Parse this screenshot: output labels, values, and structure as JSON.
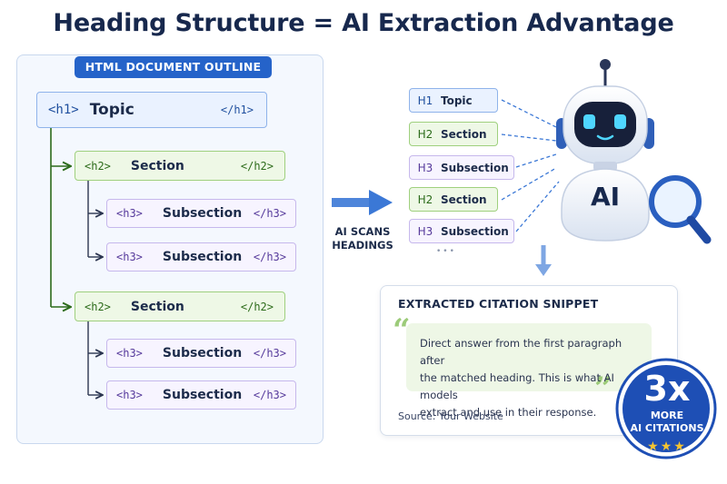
{
  "title": "Heading Structure = AI Extraction Advantage",
  "outline": {
    "badge": "HTML DOCUMENT OUTLINE",
    "h1": {
      "open": "<h1>",
      "label": "Topic",
      "close": "</h1>"
    },
    "sections": [
      {
        "open": "<h2>",
        "label": "Section",
        "close": "</h2>",
        "subsections": [
          {
            "open": "<h3>",
            "label": "Subsection",
            "close": "</h3>"
          },
          {
            "open": "<h3>",
            "label": "Subsection",
            "close": "</h3>"
          }
        ]
      },
      {
        "open": "<h2>",
        "label": "Section",
        "close": "</h2>",
        "subsections": [
          {
            "open": "<h3>",
            "label": "Subsection",
            "close": "</h3>"
          },
          {
            "open": "<h3>",
            "label": "Subsection",
            "close": "</h3>"
          }
        ]
      }
    ]
  },
  "scan_label": [
    "AI SCANS",
    "HEADINGS"
  ],
  "scanned": [
    {
      "level": "H1",
      "label": "Topic"
    },
    {
      "level": "H2",
      "label": "Section"
    },
    {
      "level": "H3",
      "label": "Subsection"
    },
    {
      "level": "H2",
      "label": "Section"
    },
    {
      "level": "H3",
      "label": "Subsection"
    }
  ],
  "ellipsis": "•••",
  "robot": {
    "label": "AI"
  },
  "snippet": {
    "title": "EXTRACTED CITATION SNIPPET",
    "lines": [
      "Direct answer from the first paragraph after",
      "the matched heading. This is what AI models",
      "extract and use in their response."
    ],
    "source": "Source: Your Website",
    "open_quote": "“",
    "close_quote": "”"
  },
  "badge": {
    "multiplier": "3x",
    "line1": "MORE",
    "line2": "AI CITATIONS",
    "stars": "★★★"
  },
  "colors": {
    "primary": "#2563c9",
    "h2_green": "#2c6b1a",
    "h3_purple": "#563a9b",
    "badge_blue": "#1e4fb5"
  }
}
